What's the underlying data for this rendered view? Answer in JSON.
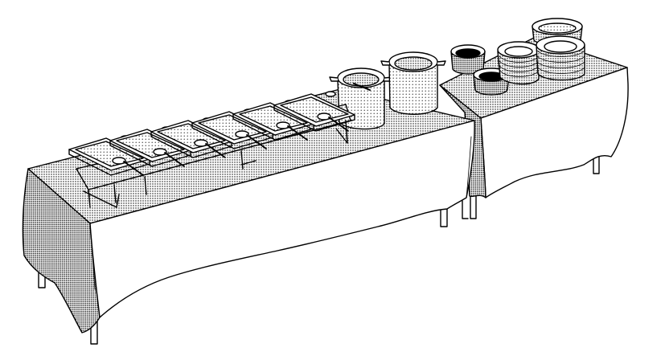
{
  "scene": {
    "kind": "line-illustration",
    "ink_color": "#000000",
    "paper_color": "#ffffff",
    "shade_color": "#9a9a9a",
    "chafing_dish_count": 6,
    "soup_pot_count": 2,
    "bowl_stack_count": 3,
    "plate_stack_count": 2,
    "table_count": 2,
    "serving_spoon_count": 6
  }
}
